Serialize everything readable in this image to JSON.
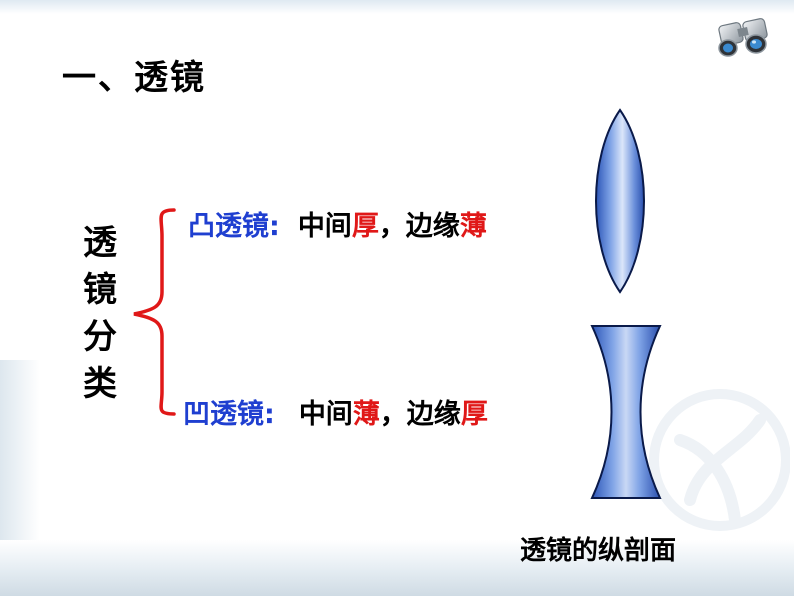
{
  "title": "一、透镜",
  "classification": {
    "chars": [
      "透",
      "镜",
      "分",
      "类"
    ]
  },
  "convex": {
    "name": "凸透镜:",
    "desc_prefix": "中间",
    "desc_key1": "厚",
    "desc_mid": "，边缘",
    "desc_key2": "薄"
  },
  "concave": {
    "name": "凹透镜:",
    "desc_prefix": "中间",
    "desc_key1": "薄",
    "desc_mid": "，边缘",
    "desc_key2": "厚"
  },
  "caption": "透镜的纵剖面",
  "colors": {
    "name_blue": "#1f3fd0",
    "highlight_red": "#e01818",
    "brace_red": "#e01818",
    "lens_blue": "#3f6fd4"
  },
  "icons": [
    "binoculars-icon",
    "convex-lens-icon",
    "concave-lens-icon",
    "curly-brace",
    "watermark-logo"
  ]
}
